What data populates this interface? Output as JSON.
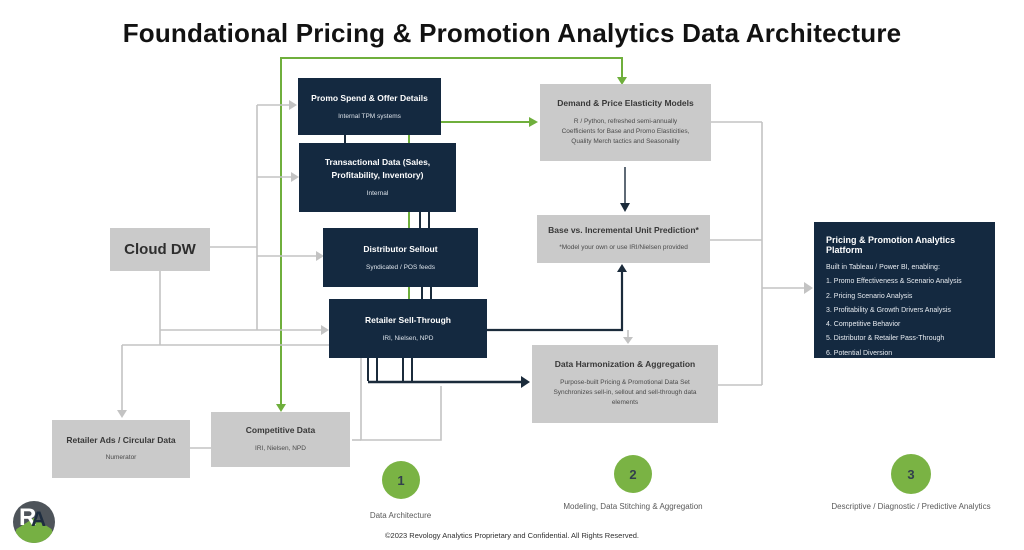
{
  "title": "Foundational Pricing & Promotion Analytics Data Architecture",
  "colors": {
    "navy_box": "#142940",
    "gray_box": "#cacaca",
    "green_accent": "#6faf3c",
    "green_circle": "#7ab344",
    "gray_connector": "#c3c3c3",
    "dark_connector": "#1b2b3b"
  },
  "nodes": {
    "cloud_dw": {
      "title": "Cloud DW"
    },
    "promo_spend": {
      "title": "Promo Spend & Offer Details",
      "subtitle": "Internal TPM systems"
    },
    "transactional": {
      "title": "Transactional Data (Sales, Profitability, Inventory)",
      "subtitle": "Internal"
    },
    "distributor": {
      "title": "Distributor Sellout",
      "subtitle": "Syndicated / POS feeds"
    },
    "retailer_sell_through": {
      "title": "Retailer Sell-Through",
      "subtitle": "IRI, Nielsen, NPD"
    },
    "demand_models": {
      "title": "Demand & Price Elasticity Models",
      "lines": [
        "R / Python, refreshed semi-annually",
        "Coefficients for Base and Promo Elasticities,",
        "Quality Merch tactics and Seasonality"
      ]
    },
    "base_incremental": {
      "title": "Base vs. Incremental Unit Prediction*",
      "lines": [
        "*Model your own or use IRI/Nielsen provided"
      ]
    },
    "harmonization": {
      "title": "Data Harmonization & Aggregation",
      "lines": [
        "Purpose-built Pricing & Promotional Data Set",
        "Synchronizes sell-in, sellout and sell-through data elements"
      ]
    },
    "retailer_ads": {
      "title": "Retailer Ads / Circular Data",
      "subtitle": "Numerator"
    },
    "competitive": {
      "title": "Competitive Data",
      "subtitle": "IRI, Nielsen, NPD"
    },
    "platform": {
      "title": "Pricing & Promotion Analytics Platform",
      "intro": "Built in Tableau / Power BI, enabling:",
      "items": [
        "1. Promo Effectiveness & Scenario Analysis",
        "2. Pricing Scenario Analysis",
        "3. Profitability & Growth Drivers Analysis",
        "4. Competitive Behavior",
        "5. Distributor & Retailer Pass-Through",
        "6. Potential Diversion"
      ]
    }
  },
  "steps": [
    {
      "number": "1",
      "label": "Data Architecture"
    },
    {
      "number": "2",
      "label": "Modeling, Data Stitching & Aggregation"
    },
    {
      "number": "3",
      "label": "Descriptive / Diagnostic / Predictive Analytics"
    }
  ],
  "footer": "©2023 Revology Analytics Proprietary and Confidential. All Rights Reserved.",
  "logo": {
    "letter_r": "R",
    "letter_a": "A"
  }
}
